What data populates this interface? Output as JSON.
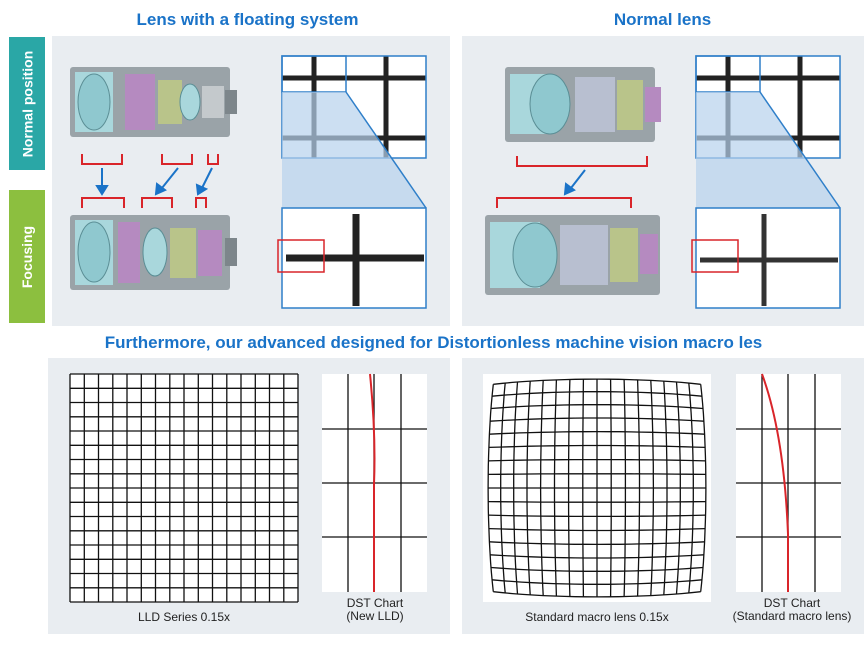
{
  "headings": {
    "floating": "Lens with a floating system",
    "normal": "Normal lens",
    "furthermore": "Furthermore, our advanced designed for Distortionless machine vision macro les"
  },
  "side_labels": {
    "normal_position": "Normal position",
    "focusing": "Focusing"
  },
  "captions": {
    "lld_series": "LLD Series 0.15x",
    "dst_chart_1_line1": "DST Chart",
    "dst_chart_1_line2": "(New LLD)",
    "standard_macro": "Standard macro lens 0.15x",
    "dst_chart_2_line1": "DST Chart",
    "dst_chart_2_line2": "(Standard macro lens)"
  },
  "colors": {
    "heading_blue": "#1a73c8",
    "teal": "#2aa7a6",
    "green": "#8cbf3f",
    "red_marker": "#d9252a",
    "panel_bg": "#e9edf1",
    "zoom_border": "#2f7fc9"
  },
  "icons": {
    "arrow": "down-arrow-icon",
    "lens": "lens-cross-section-icon"
  }
}
